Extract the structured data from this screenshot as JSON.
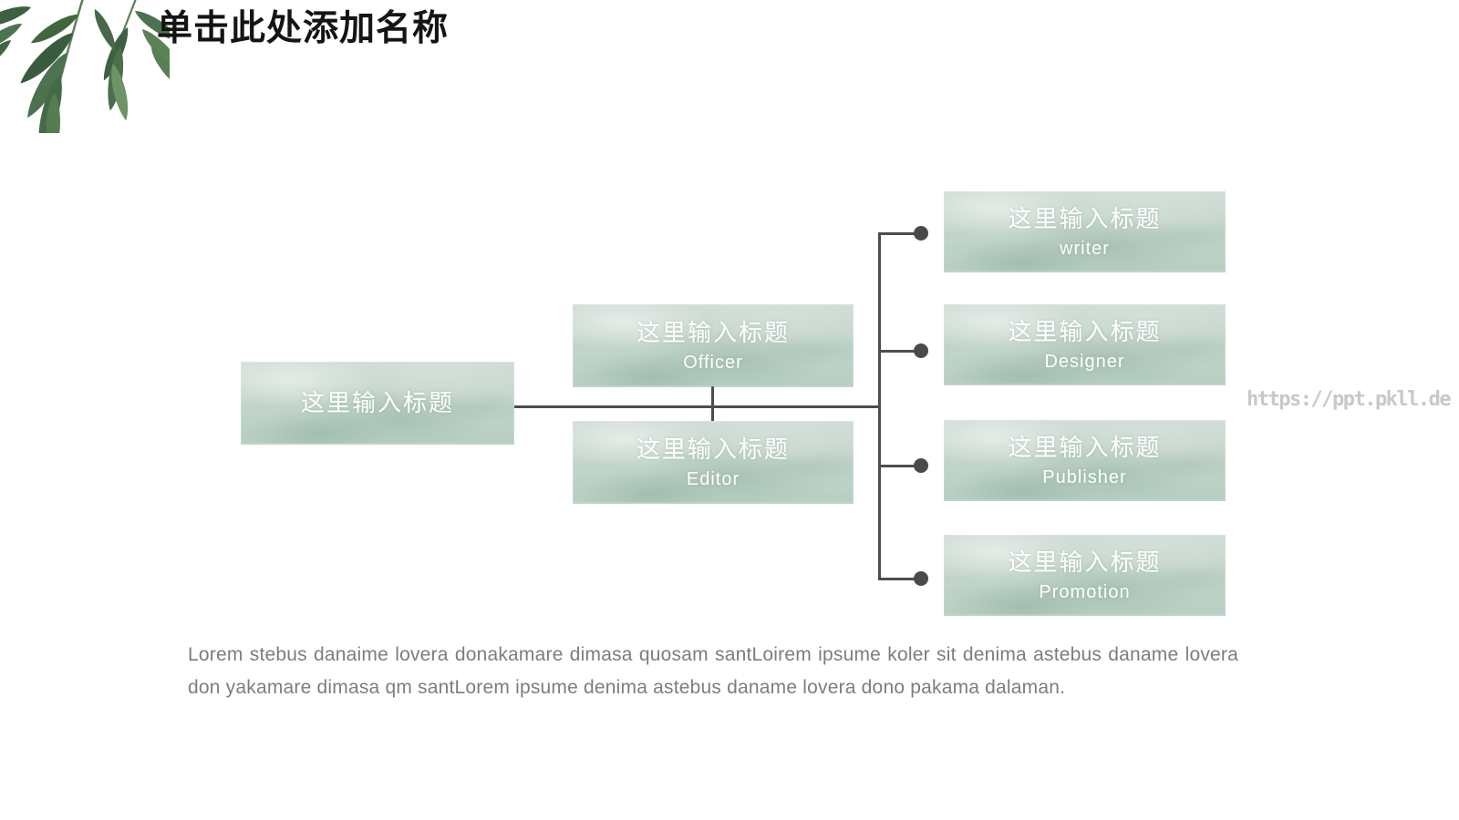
{
  "title": "单击此处添加名称",
  "diagram": {
    "root": {
      "title": "这里输入标题"
    },
    "level2": [
      {
        "title": "这里输入标题",
        "subtitle": "Officer"
      },
      {
        "title": "这里输入标题",
        "subtitle": "Editor"
      }
    ],
    "level3": [
      {
        "title": "这里输入标题",
        "subtitle": "writer"
      },
      {
        "title": "这里输入标题",
        "subtitle": "Designer"
      },
      {
        "title": "这里输入标题",
        "subtitle": "Publisher"
      },
      {
        "title": "这里输入标题",
        "subtitle": "Promotion"
      }
    ]
  },
  "body": {
    "line1": "Lorem stebus danaime lovera donakamare dimasa quosam santLoirem ipsume koler sit denima astebus daname lovera",
    "line2": "don yakamare dimasa qm santLorem ipsume denima astebus daname lovera dono pakama dalaman."
  },
  "watermark": "https://ppt.pkll.de",
  "decor": {
    "top_left_image": "green-olive-branch-leaves"
  },
  "colors": {
    "box_fill": "#c2d6ca",
    "box_text": "#ffffff",
    "connector": "#4d4d4d",
    "title_text": "#141414",
    "body_text": "#7d7d7d",
    "watermark_text": "#c8c8c8",
    "leaf_dark": "#3d6041",
    "leaf_light": "#6d9466"
  }
}
